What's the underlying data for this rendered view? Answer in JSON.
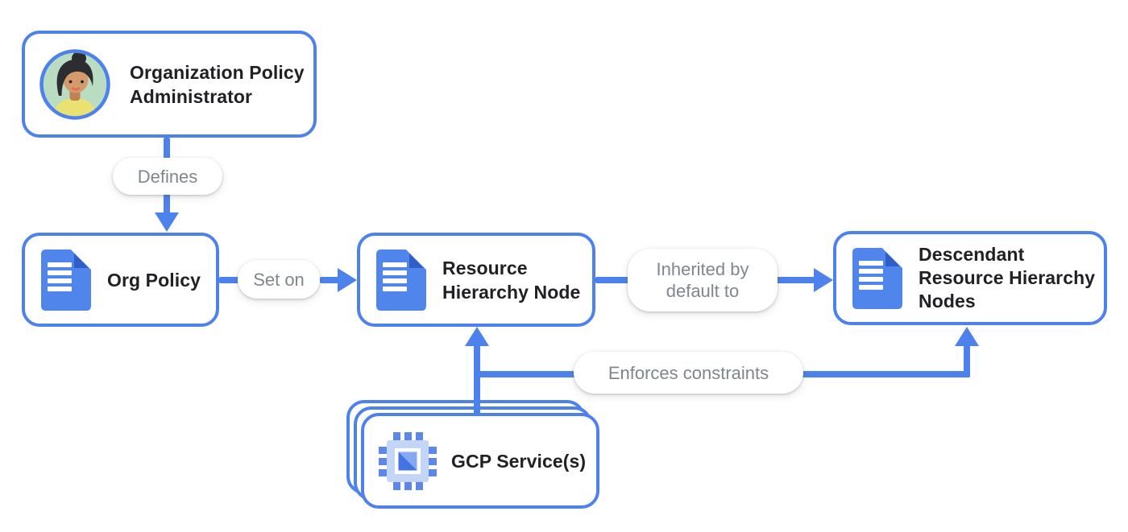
{
  "nodes": {
    "admin": {
      "label": "Organization Policy Administrator"
    },
    "orgPolicy": {
      "label": "Org Policy"
    },
    "resource": {
      "label": "Resource Hierarchy Node"
    },
    "descendant": {
      "label": "Descendant Resource Hierarchy Nodes"
    },
    "gcpService": {
      "label": "GCP Service(s)"
    }
  },
  "edges": {
    "defines": {
      "label": "Defines"
    },
    "setOn": {
      "label": "Set on"
    },
    "inherited": {
      "label": "Inherited by default to"
    },
    "enforces": {
      "label": "Enforces constraints"
    }
  },
  "icons": {
    "admin": "person-avatar-icon",
    "orgPolicy": "document-icon",
    "resource": "document-icon",
    "descendant": "document-icon",
    "gcpService": "chip-icon"
  },
  "colors": {
    "line_blue": "#4d82ec",
    "doc_icon_blue": "#5086ec",
    "doc_fold_blue": "#2f5ec7",
    "chip_body": "#c4d6f8",
    "chip_pin": "#5d87ea",
    "chip_square": "#4374e4",
    "chip_square_light": "#84a9f2",
    "label_text": "#202124",
    "pill_text": "#7f868d",
    "avatar_bg": "#b9dcc2",
    "box_bg": "#ffffff"
  }
}
